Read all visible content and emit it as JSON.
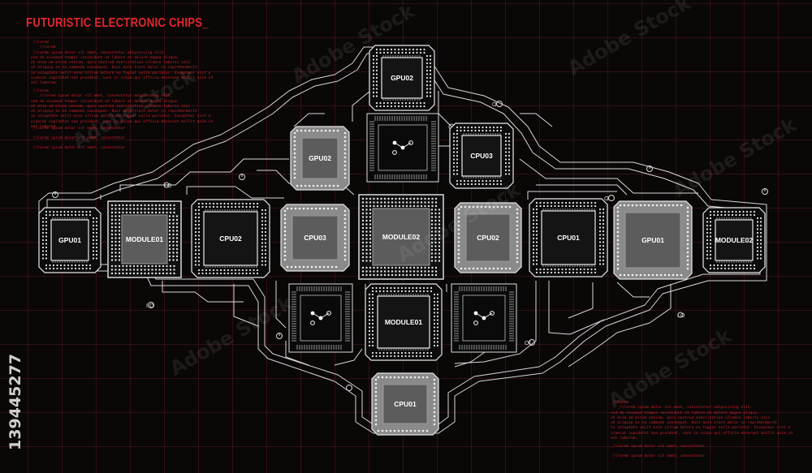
{
  "title": "FUTURISTIC ELECTRONIC CHIPS_",
  "stock_id": "139445277",
  "watermark": "Adobe Stock",
  "left_text": {
    "block1": "_\\\\lorem\n   _\\\\lorem\n_\\\\lorem ipsum dolor sit amet, consectetur adipisicing elit,\nsed do eiusmod tempor incididunt ut labore et dolore magna aliqua.\nut enim ad minim veniam, quis nostrud exercitation ullamco laboris nisi\nut aliquip ex ea commodo consequat. Duis aute irure dolor in reprehenderit\nin voluptate velit esse cillum dolore eu fugiat nulla pariatur. Excepteur sint o\nccaecat cupidatat non proident, sunt in culpa qui officia deserunt mollit anim id\nest laborum.",
    "block2": "_\\\\lorem\n   _\\\\lorem ipsum dolor sit amet, consectetur adipisicing elit,\nsed do eiusmod tempor incididunt ut labore et dolore magna aliqua.\nut enim ad minim veniam, quis nostrud exercitation ullamco laboris nisi\nut aliquip ex ea commodo consequat. Duis aute irure dolor in reprehenderit\nin voluptate velit esse cillum dolore eu fugiat nulla pariatur. Excepteur sint o\nccaecat cupidatat non proident, sunt in culpa qui officia deserunt mollit anim id\nest laborum.",
    "line1": "_\\\\lorem ipsum dolor sit amet, consectetur",
    "line2": "_\\\\lorem ipsum dolor sit amet, consectetur",
    "line3": "_\\\\lorem ipsum dolor sit amet, consectetur"
  },
  "right_text": {
    "block": "_\\\\lorem\n   _\\\\lorem ipsum dolor sit amet, consectetur adipisicing elit,\nsed do eiusmod tempor incididunt ut labore et dolore magna aliqua.\nut enim ad minim veniam, quis nostrud exercitation ullamco laboris nisi\nut aliquip ex ea commodo consequat. Duis aute irure dolor in reprehenderit\nin voluptate velit esse cillum dolore eu fugiat nulla pariatur. Excepteur sint o\nccaecat cupidatat non proident, sunt in culpa qui officia deserunt mollit anim id\nest laborum.",
    "line1": "_\\\\lorem ipsum dolor sit amet, consectetur",
    "line2": "_\\\\lorem ipsum dolor sit amet, consectetur"
  },
  "chips": {
    "gpu02_top": "GPU02",
    "gpu02_left": "GPU02",
    "cpu03_top": "CPU03",
    "gpu01_left": "GPU01",
    "module01_left": "MODULE01",
    "cpu02_left": "CPU02",
    "cpu03_mid": "CPU03",
    "module02_center": "MODULE02",
    "cpu02_right": "CPU02",
    "cpu01_right": "CPU01",
    "gpu01_right": "GPU01",
    "module02_right": "MODULE02",
    "module01_bottom": "MODULE01",
    "cpu01_bottom": "CPU01"
  },
  "colors": {
    "accent": "#e2262d",
    "grid": "#5a1a20",
    "circuit": "#d8d8d8",
    "chip_fill": "#5c5c5c",
    "chip_light": "#8a8a8a"
  }
}
